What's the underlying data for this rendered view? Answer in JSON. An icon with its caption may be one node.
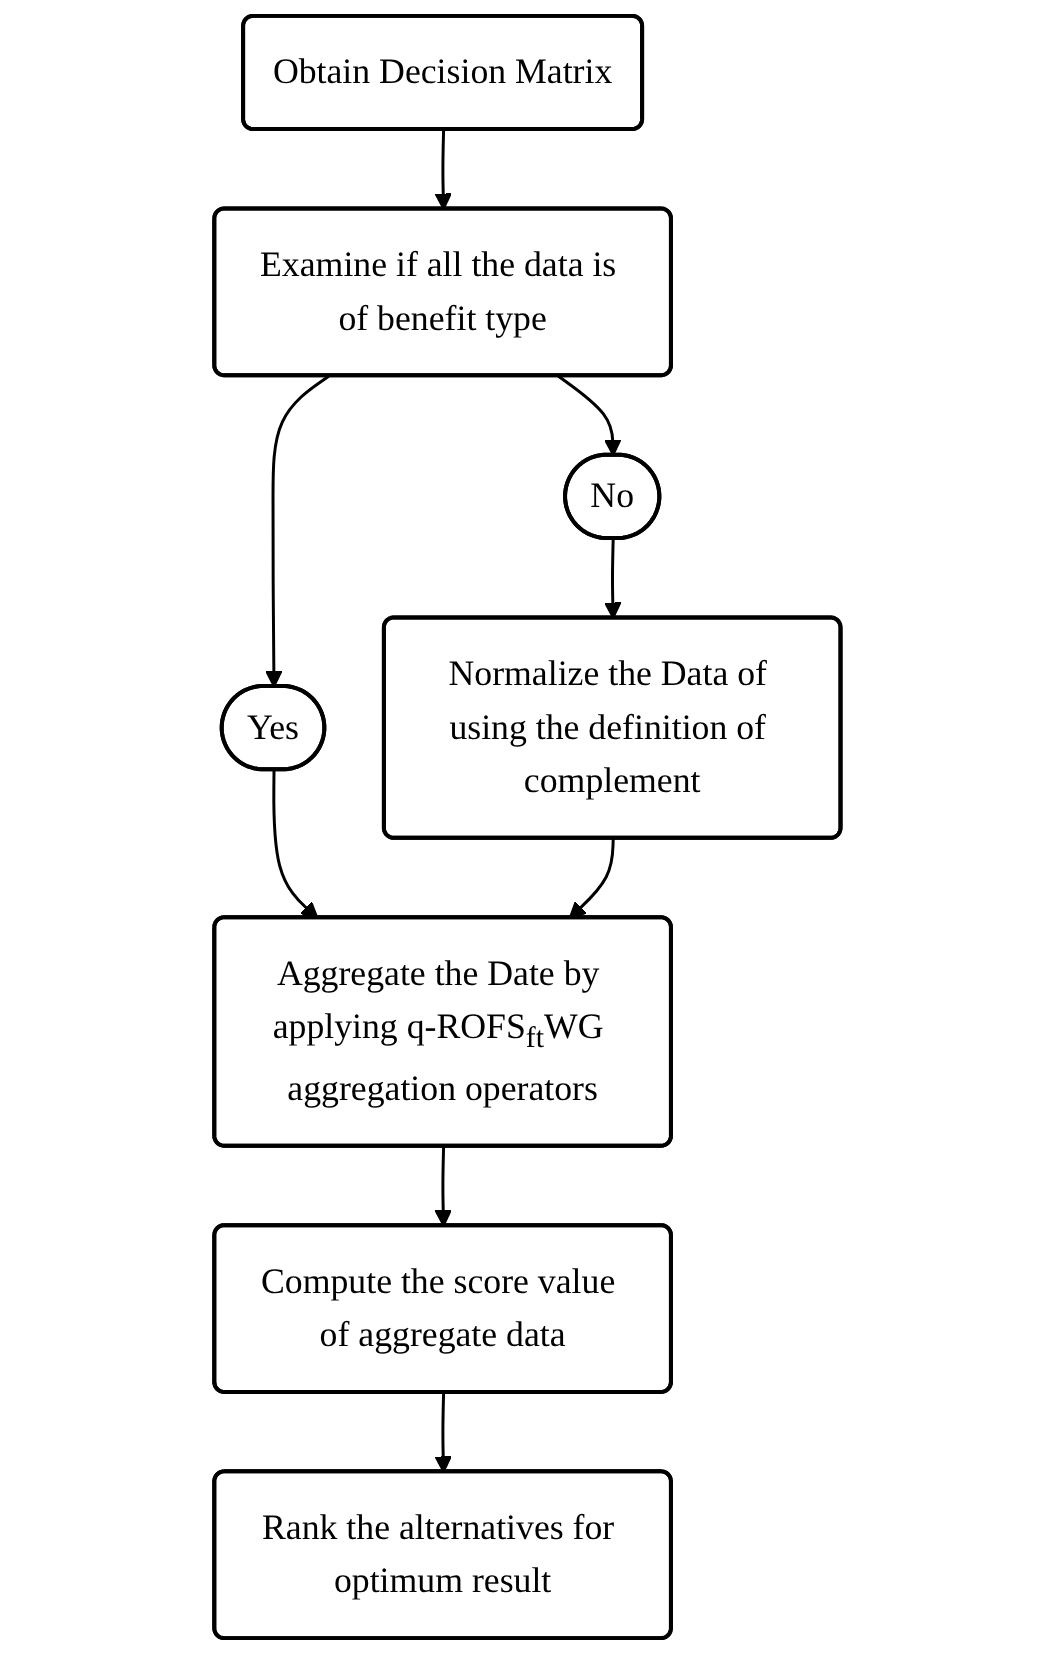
{
  "diagram": {
    "nodes": [
      {
        "text": [
          "Obtain Decision Matrix"
        ]
      },
      {
        "text": [
          "Examine if all the data is of benefit type"
        ]
      },
      {
        "text": [
          "Yes"
        ]
      },
      {
        "text": [
          "No"
        ]
      },
      {
        "text": [
          "Normalize the Data of using the definition of complement"
        ]
      },
      {
        "text": [
          "Aggregate the Date by applying q-ROFS$_{ft}$WG aggregation operators"
        ]
      },
      {
        "text": [
          "Compute the score value of aggregate data"
        ]
      },
      {
        "text": [
          "Rank the alternatives for optimum result"
        ]
      }
    ],
    "edges": [
      {
        "from": 0,
        "to": 1,
        "arrow": "to"
      },
      {
        "from": 1,
        "to": 2,
        "arrow": "to"
      },
      {
        "from": 1,
        "to": 3,
        "arrow": "to"
      },
      {
        "from": 3,
        "to": 4,
        "arrow": "to"
      },
      {
        "from": 2,
        "to": 5,
        "arrow": "to"
      },
      {
        "from": 4,
        "to": 5,
        "arrow": "to"
      },
      {
        "from": 5,
        "to": 6,
        "arrow": "to"
      },
      {
        "from": 6,
        "to": 7,
        "arrow": "to"
      }
    ]
  }
}
